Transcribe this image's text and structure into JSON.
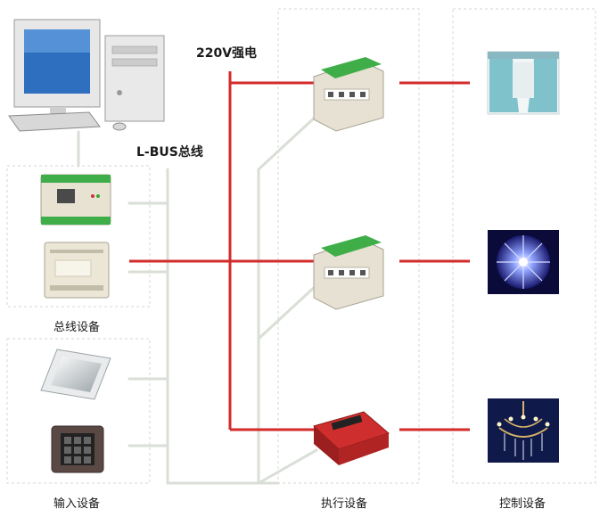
{
  "labels": {
    "power": "220V强电",
    "bus": "L-BUS总线",
    "bus_devices": "总线设备",
    "input_devices": "输入设备",
    "actuators": "执行设备",
    "controlled_devices": "控制设备"
  },
  "colors": {
    "power_line": "#d32a2a",
    "bus_line": "#d9dfd6",
    "group_border": "#d4d4d4",
    "device_body": "#e8e2d3",
    "terminal_green": "#3fae49"
  },
  "icons": [
    "computer-icon",
    "gateway-module-icon",
    "power-supply-icon",
    "touch-panel-icon",
    "keypad-icon",
    "relay-module-icon",
    "dimmer-module-icon",
    "curtain-icon",
    "led-light-icon",
    "chandelier-icon"
  ]
}
